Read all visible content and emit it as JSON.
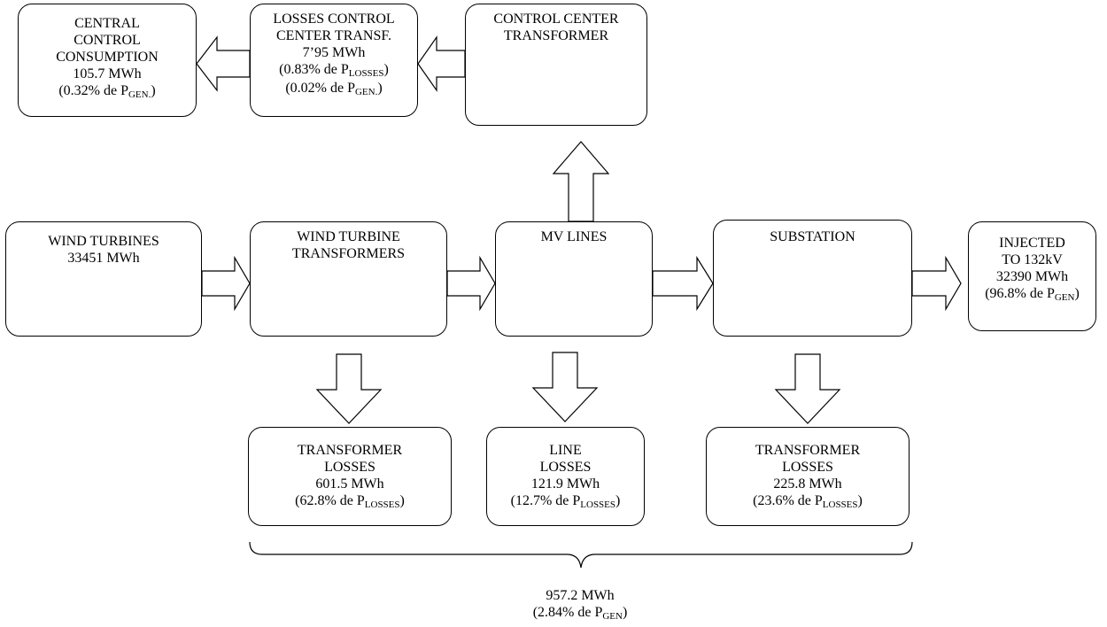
{
  "central_control": {
    "lines": [
      "CENTRAL",
      "CONTROL",
      "CONSUMPTION",
      "105.7 MWh"
    ],
    "pct": "(0.32% de P",
    "pct_sub": "GEN.",
    "pct_end": ")"
  },
  "losses_cc": {
    "lines": [
      "LOSSES CONTROL",
      "CENTER TRANSF.",
      "7’95 MWh"
    ],
    "pct1": "(0.83% de P",
    "pct1_sub": "LOSSES",
    "pct1_end": ")",
    "pct2": "(0.02% de P",
    "pct2_sub": "GEN.",
    "pct2_end": ")"
  },
  "cc_transformer": {
    "lines": [
      "CONTROL CENTER",
      "TRANSFORMER"
    ]
  },
  "wind_turbines": {
    "lines": [
      "WIND TURBINES",
      "33451 MWh"
    ]
  },
  "wt_transformers": {
    "lines": [
      "WIND TURBINE",
      "TRANSFORMERS"
    ]
  },
  "mv_lines": {
    "lines": [
      "MV LINES"
    ]
  },
  "substation": {
    "lines": [
      "SUBSTATION"
    ]
  },
  "injected": {
    "lines": [
      "INJECTED",
      "TO 132kV",
      "32390 MWh"
    ],
    "pct": "(96.8% de P",
    "pct_sub": "GEN",
    "pct_end": ")"
  },
  "tl1": {
    "lines": [
      "TRANSFORMER",
      "LOSSES",
      "601.5 MWh"
    ],
    "pct": "(62.8% de P",
    "pct_sub": "LOSSES",
    "pct_end": ")"
  },
  "ll": {
    "lines": [
      "LINE",
      "LOSSES",
      "121.9 MWh"
    ],
    "pct": "(12.7% de P",
    "pct_sub": "LOSSES",
    "pct_end": ")"
  },
  "tl2": {
    "lines": [
      "TRANSFORMER",
      "LOSSES",
      "225.8 MWh"
    ],
    "pct": "(23.6% de P",
    "pct_sub": "LOSSES",
    "pct_end": ")"
  },
  "total": {
    "value": "957.2 MWh",
    "pct": "(2.84% de P",
    "pct_sub": "GEN",
    "pct_end": ")"
  }
}
